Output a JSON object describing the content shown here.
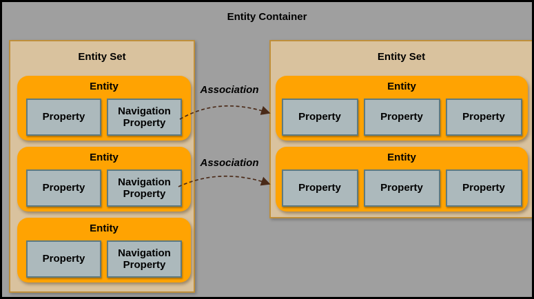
{
  "title": "Entity Container",
  "left_set": {
    "label": "Entity Set",
    "entities": [
      {
        "label": "Entity",
        "properties": [
          "Property",
          "Navigation Property"
        ]
      },
      {
        "label": "Entity",
        "properties": [
          "Property",
          "Navigation Property"
        ]
      },
      {
        "label": "Entity",
        "properties": [
          "Property",
          "Navigation Property"
        ]
      }
    ]
  },
  "right_set": {
    "label": "Entity Set",
    "entities": [
      {
        "label": "Entity",
        "properties": [
          "Property",
          "Property",
          "Property"
        ]
      },
      {
        "label": "Entity",
        "properties": [
          "Property",
          "Property",
          "Property"
        ]
      }
    ]
  },
  "associations": [
    {
      "label": "Association"
    },
    {
      "label": "Association"
    }
  ],
  "colors": {
    "background": "#9F9F9F",
    "frame": "#000000",
    "entity_set_fill": "#D9C29E",
    "entity_set_border": "#BF8F3B",
    "entity_fill": "#FFA302",
    "property_fill": "#ACB9BC",
    "property_border": "#5E7A80",
    "association_arrow": "#4A2A18",
    "text": "#000000"
  }
}
